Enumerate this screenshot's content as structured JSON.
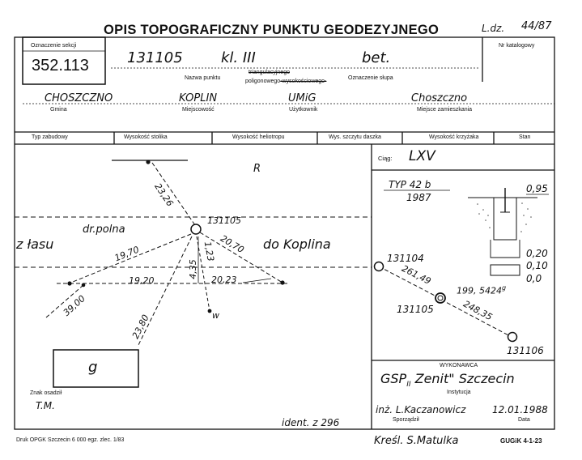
{
  "header": {
    "title": "OPIS TOPOGRAFICZNY PUNKTU GEODEZYJNEGO",
    "ldz_label": "L.dz.",
    "ldz_value": "44/87"
  },
  "section": {
    "label": "Oznaczenie sekcji",
    "value": "352.113",
    "catalog_label": "Nr katalogowy"
  },
  "point": {
    "number": "131105",
    "class": "kl. III",
    "pillar": "bet.",
    "name_label": "Nazwa punktu",
    "type_struck": "triangulacyjnego",
    "type_line2_a": "poligonowego",
    "type_line2_b": "-wysokościowego-",
    "pillar_label": "Oznaczenie słupa"
  },
  "location": {
    "gmina": "CHOSZCZNO",
    "gmina_label": "Gmina",
    "miejscowosc": "KOPLIN",
    "miejscowosc_label": "Miejscowość",
    "uzytkownik": "UMiG",
    "uzytkownik_label": "Użytkownik",
    "miejsce": "Choszczno",
    "miejsce_label": "Miejsce zamieszkania"
  },
  "columns": [
    "Typ zabudowy",
    "Wysokość stolika",
    "Wysokość heliotropu",
    "Wys. szczytu daszka",
    "Wysokość krzyżaka",
    "Stan"
  ],
  "sketch": {
    "r_mark": "R",
    "w_mark": "w",
    "road": "dr.polna",
    "left_dir": "z łasu",
    "right_dir": "do Koplina",
    "point_label": "131105",
    "dists": [
      "23,26",
      "19,70",
      "20,70",
      "19,20",
      "20,23",
      "4,35",
      "1,23",
      "39,00",
      "23,80"
    ],
    "box_label": "g",
    "sign_label": "Znak osadził",
    "sign_value": "T.M.",
    "ident": "ident. z 296"
  },
  "traverse": {
    "ciag_label": "Ciąg:",
    "ciag_value": "LXV",
    "type": "TYP 42 b",
    "year": "1987",
    "depth_top": "0,95",
    "dims": [
      "0,20",
      "0,10",
      "0,0"
    ],
    "p1": "131104",
    "p2": "131105",
    "p3": "131106",
    "d1": "261,49",
    "d2": "248,35",
    "angle": "199, 5424",
    "angle_sup": "g"
  },
  "contractor": {
    "label": "WYKONAWCA",
    "name_a": "GSP",
    "name_sub": "II",
    "name_b": "Zenit\"  Szczecin",
    "inst_label": "Instytucja",
    "author": "inż.  L.Kaczanowicz",
    "date": "12.01.1988",
    "author_label": "Sporządził",
    "date_label": "Data"
  },
  "footer": {
    "left": "Druk OPGK Szczecin 6 000 egz. zlec. 1/83",
    "kresl": "Kreśl.  S.Matulka",
    "form": "GUGiK 4-1-23"
  }
}
